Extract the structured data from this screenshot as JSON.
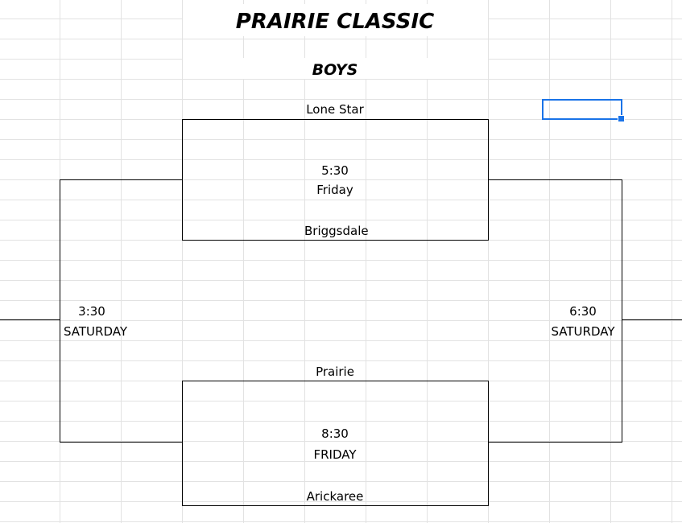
{
  "sheet": {
    "title": "PRAIRIE CLASSIC",
    "subtitle": "BOYS",
    "colors": {
      "gridline": "#e2e2e2",
      "bracket_line": "#000000",
      "selection": "#1a73e8"
    }
  },
  "bracket": {
    "game1": {
      "team_top": "Lone Star",
      "time": "5:30",
      "day": "Friday",
      "team_bottom": "Briggsdale"
    },
    "game2": {
      "team_top": "Prairie",
      "time": "8:30",
      "day": "FRIDAY",
      "team_bottom": "Arickaree"
    },
    "left_game": {
      "time": "3:30",
      "day": "SATURDAY"
    },
    "right_game": {
      "time": "6:30",
      "day": "SATURDAY"
    }
  }
}
